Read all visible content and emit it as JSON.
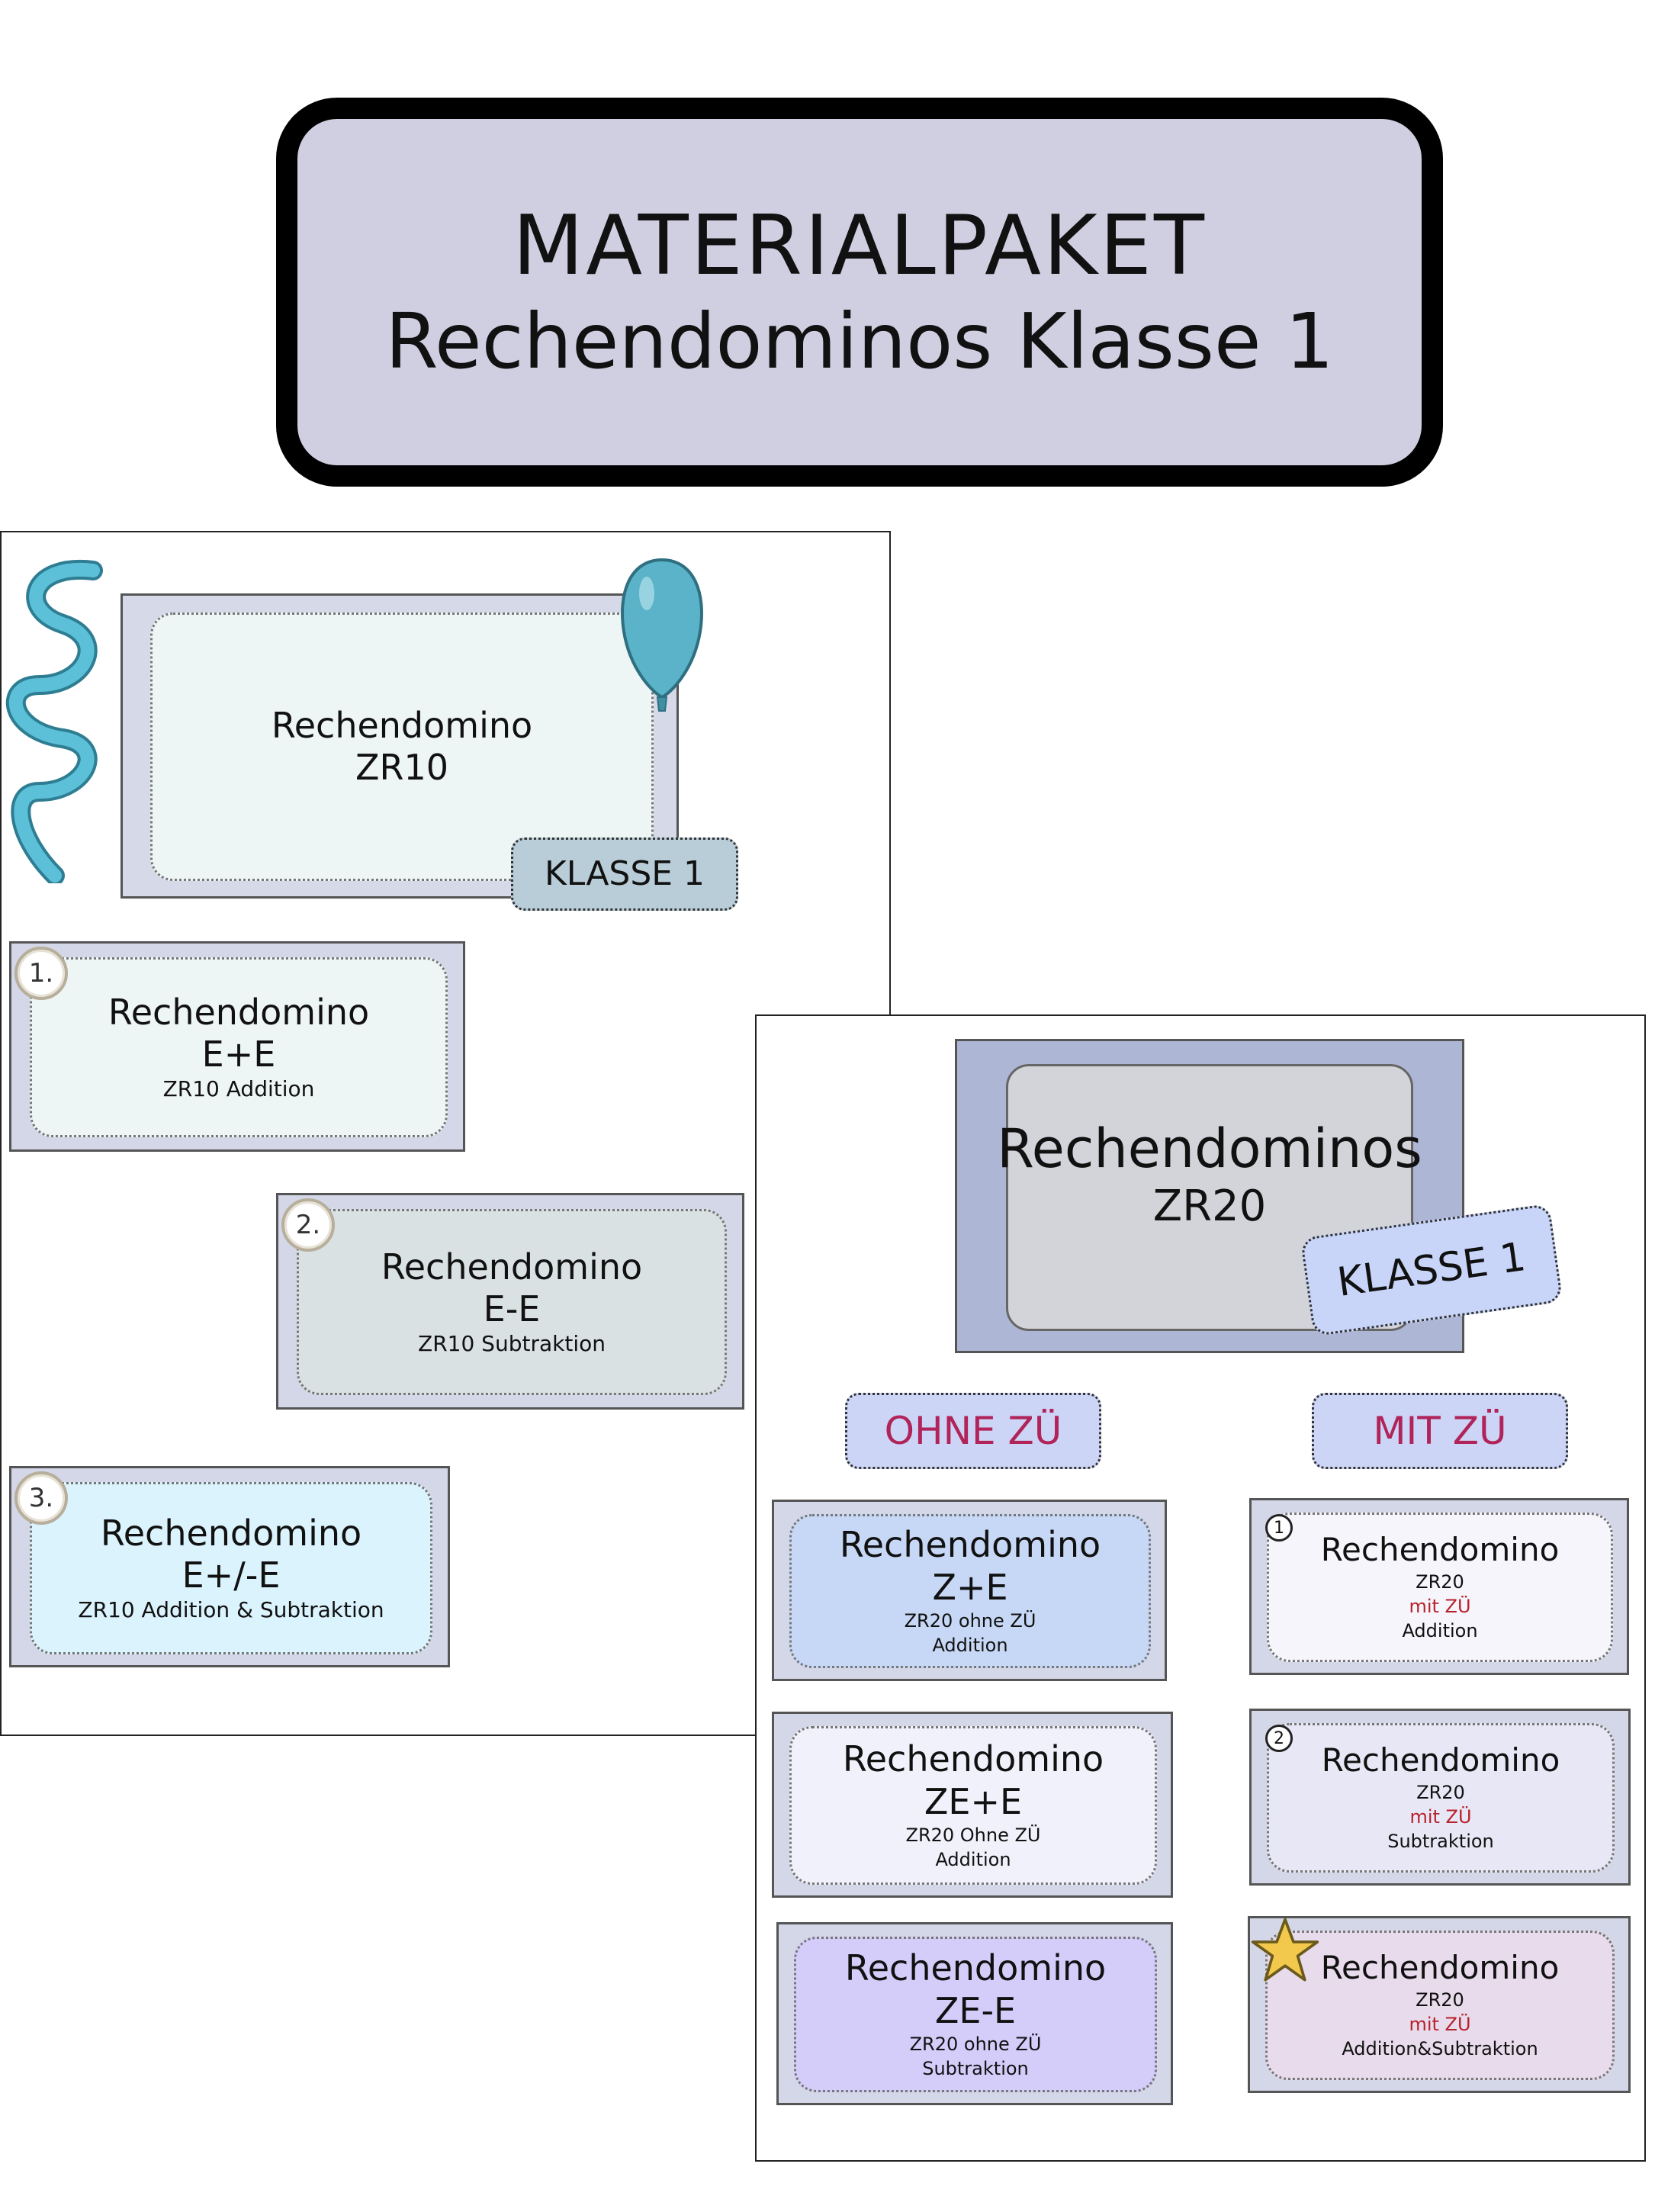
{
  "banner": {
    "line1": "MATERIALPAKET",
    "line2": "Rechendominos Klasse 1"
  },
  "zr10": {
    "cover": {
      "title": "Rechendomino",
      "range": "ZR10",
      "tag": "KLASSE 1"
    },
    "cards": [
      {
        "num": "1.",
        "title": "Rechendomino",
        "op": "E+E",
        "sub": "ZR10 Addition"
      },
      {
        "num": "2.",
        "title": "Rechendomino",
        "op": "E-E",
        "sub": "ZR10 Subtraktion"
      },
      {
        "num": "3.",
        "title": "Rechendomino",
        "op": "E+/-E",
        "sub": "ZR10 Addition & Subtraktion"
      }
    ]
  },
  "zr20": {
    "cover": {
      "title": "Rechendominos",
      "range": "ZR20",
      "tag": "KLASSE 1"
    },
    "ohne_label": "OHNE ZÜ",
    "mit_label": "MIT ZÜ",
    "ohne": [
      {
        "title": "Rechendomino",
        "op": "Z+E",
        "line1": "ZR20 ohne ZÜ",
        "line2": "Addition"
      },
      {
        "title": "Rechendomino",
        "op": "ZE+E",
        "line1": "ZR20 Ohne ZÜ",
        "line2": "Addition"
      },
      {
        "title": "Rechendomino",
        "op": "ZE-E",
        "line1": "ZR20 ohne ZÜ",
        "line2": "Subtraktion"
      }
    ],
    "mit": [
      {
        "num": "1",
        "title": "Rechendomino",
        "range": "ZR20",
        "mit": "mit ZÜ",
        "kind": "Addition"
      },
      {
        "num": "2",
        "title": "Rechendomino",
        "range": "ZR20",
        "mit": "mit ZÜ",
        "kind": "Subtraktion"
      },
      {
        "title": "Rechendomino",
        "range": "ZR20",
        "mit": "mit ZÜ",
        "kind": "Addition&Subtraktion"
      }
    ]
  },
  "colors": {
    "banner_bg": "#d0cee1",
    "accent_pink": "#b0245a",
    "ribbon": "#4aaec6",
    "balloon": "#5ab3c8"
  }
}
